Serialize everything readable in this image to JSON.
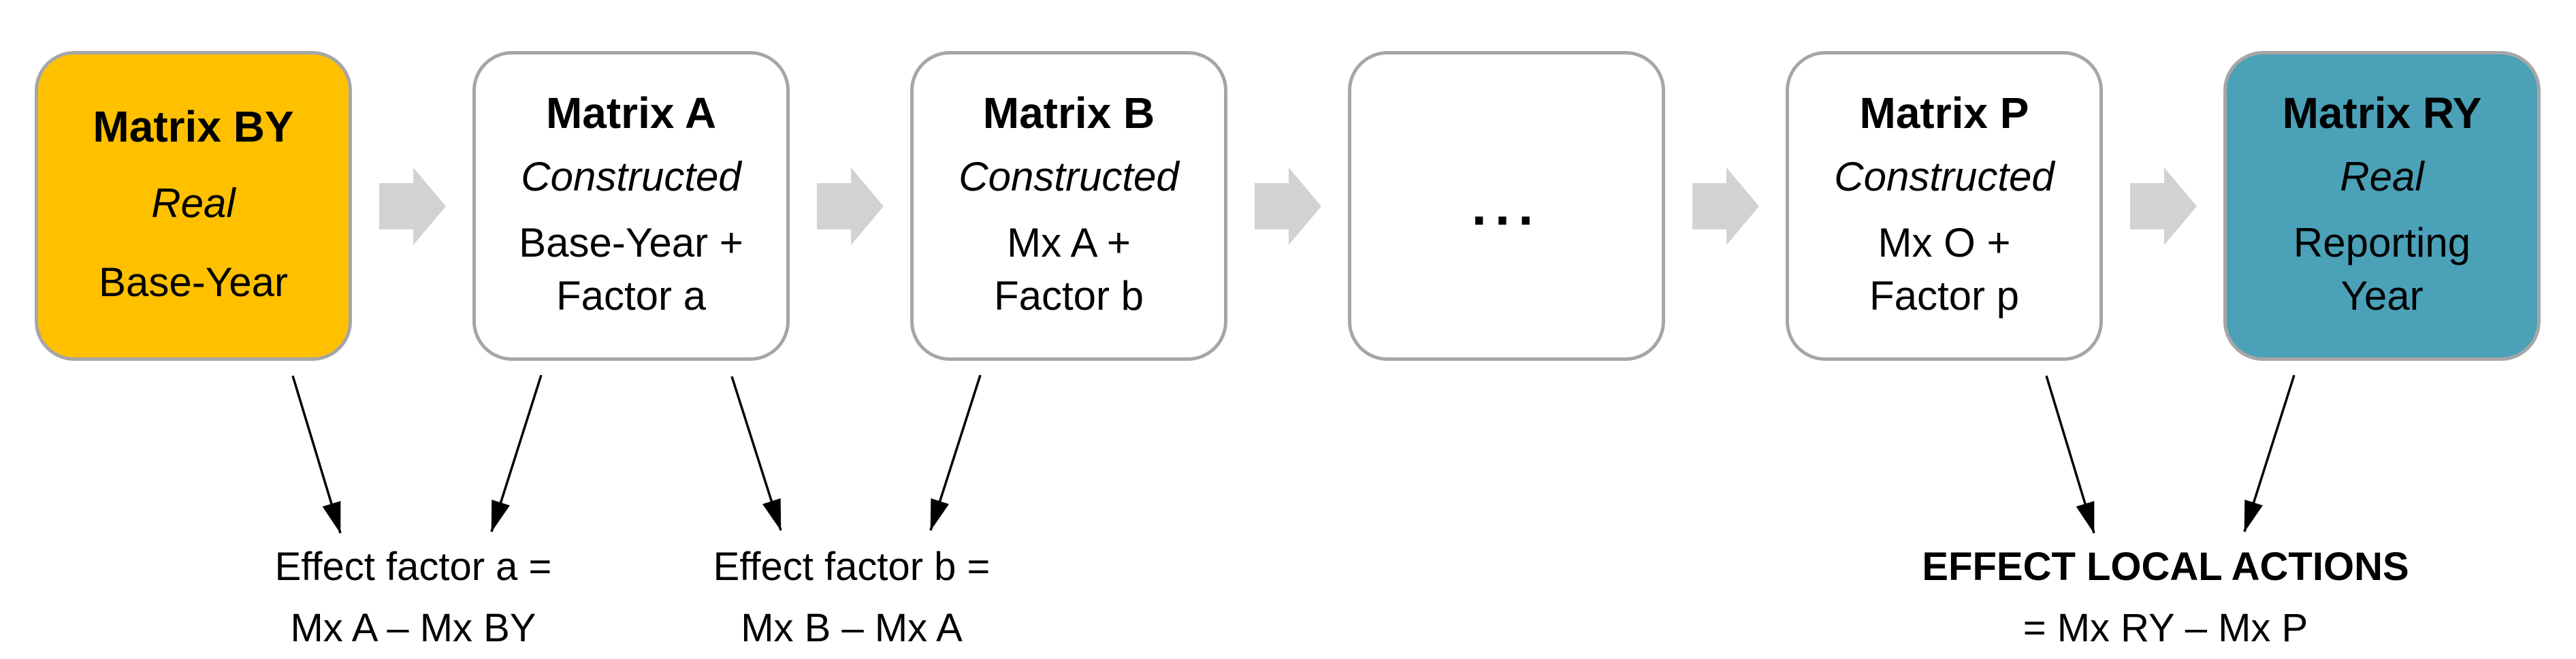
{
  "diagram": {
    "background_color": "#FFFFFF",
    "nodes": [
      {
        "title": "Matrix BY",
        "subtitle": "Real",
        "body_line1": "Base-Year",
        "body_line2": "",
        "fill": "#FFC000"
      },
      {
        "title": "Matrix A",
        "subtitle": "Constructed",
        "body_line1": "Base-Year +",
        "body_line2": "Factor a",
        "fill": "#FFFFFF"
      },
      {
        "title": "Matrix B",
        "subtitle": "Constructed",
        "body_line1": "Mx A +",
        "body_line2": "Factor b",
        "fill": "#FFFFFF"
      },
      {
        "ellipsis": "...",
        "fill": "#FFFFFF"
      },
      {
        "title": "Matrix P",
        "subtitle": "Constructed",
        "body_line1": "Mx O +",
        "body_line2": "Factor p",
        "fill": "#FFFFFF"
      },
      {
        "title": "Matrix RY",
        "subtitle": "Real",
        "body_line1": "Reporting",
        "body_line2": "Year",
        "fill": "#4AA1B8"
      }
    ],
    "connectors": [
      {
        "icon": "right-block-arrow"
      },
      {
        "icon": "right-block-arrow"
      },
      {
        "icon": "right-block-arrow"
      },
      {
        "icon": "right-block-arrow"
      },
      {
        "icon": "right-block-arrow"
      }
    ],
    "effect_labels": [
      {
        "line1": "Effect factor a =",
        "line2": "Mx A – Mx BY"
      },
      {
        "line1": "Effect factor b =",
        "line2": "Mx B – Mx A"
      },
      {
        "line1": "EFFECT LOCAL ACTIONS",
        "line2": "= Mx RY – Mx P"
      }
    ],
    "colors": {
      "gold": "#FFC000",
      "teal": "#4AA1B8",
      "box_border_gray": "#A6A6A6",
      "connector_gray": "#D2D2D2",
      "arrow_black": "#000000"
    }
  }
}
